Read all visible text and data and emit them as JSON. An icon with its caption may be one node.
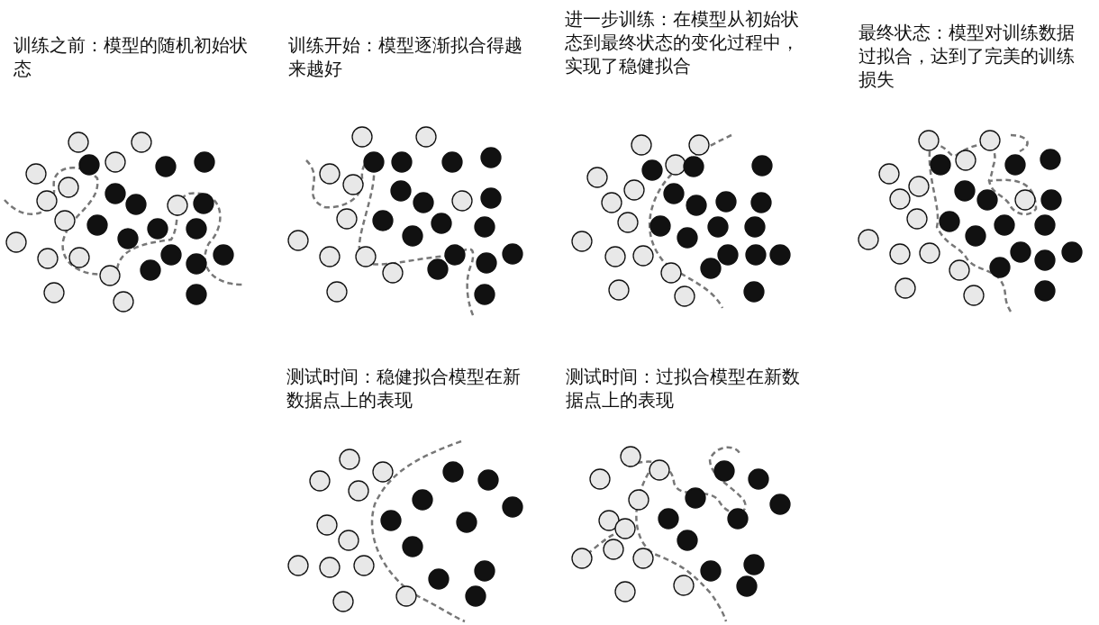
{
  "diagram": {
    "labels": [
      "训练之前：模型的随机初始状态",
      "训练开始：模型逐渐拟合得越来越好",
      "进一步训练：在模型从初始状态到最终状态的变化过程中，实现了稳健拟合",
      "最终状态：模型对训练数据过拟合，达到了完美的训练损失",
      "测试时间：稳健拟合模型在新数据点上的表现",
      "测试时间：过拟合模型在新数据点上的表现"
    ]
  }
}
